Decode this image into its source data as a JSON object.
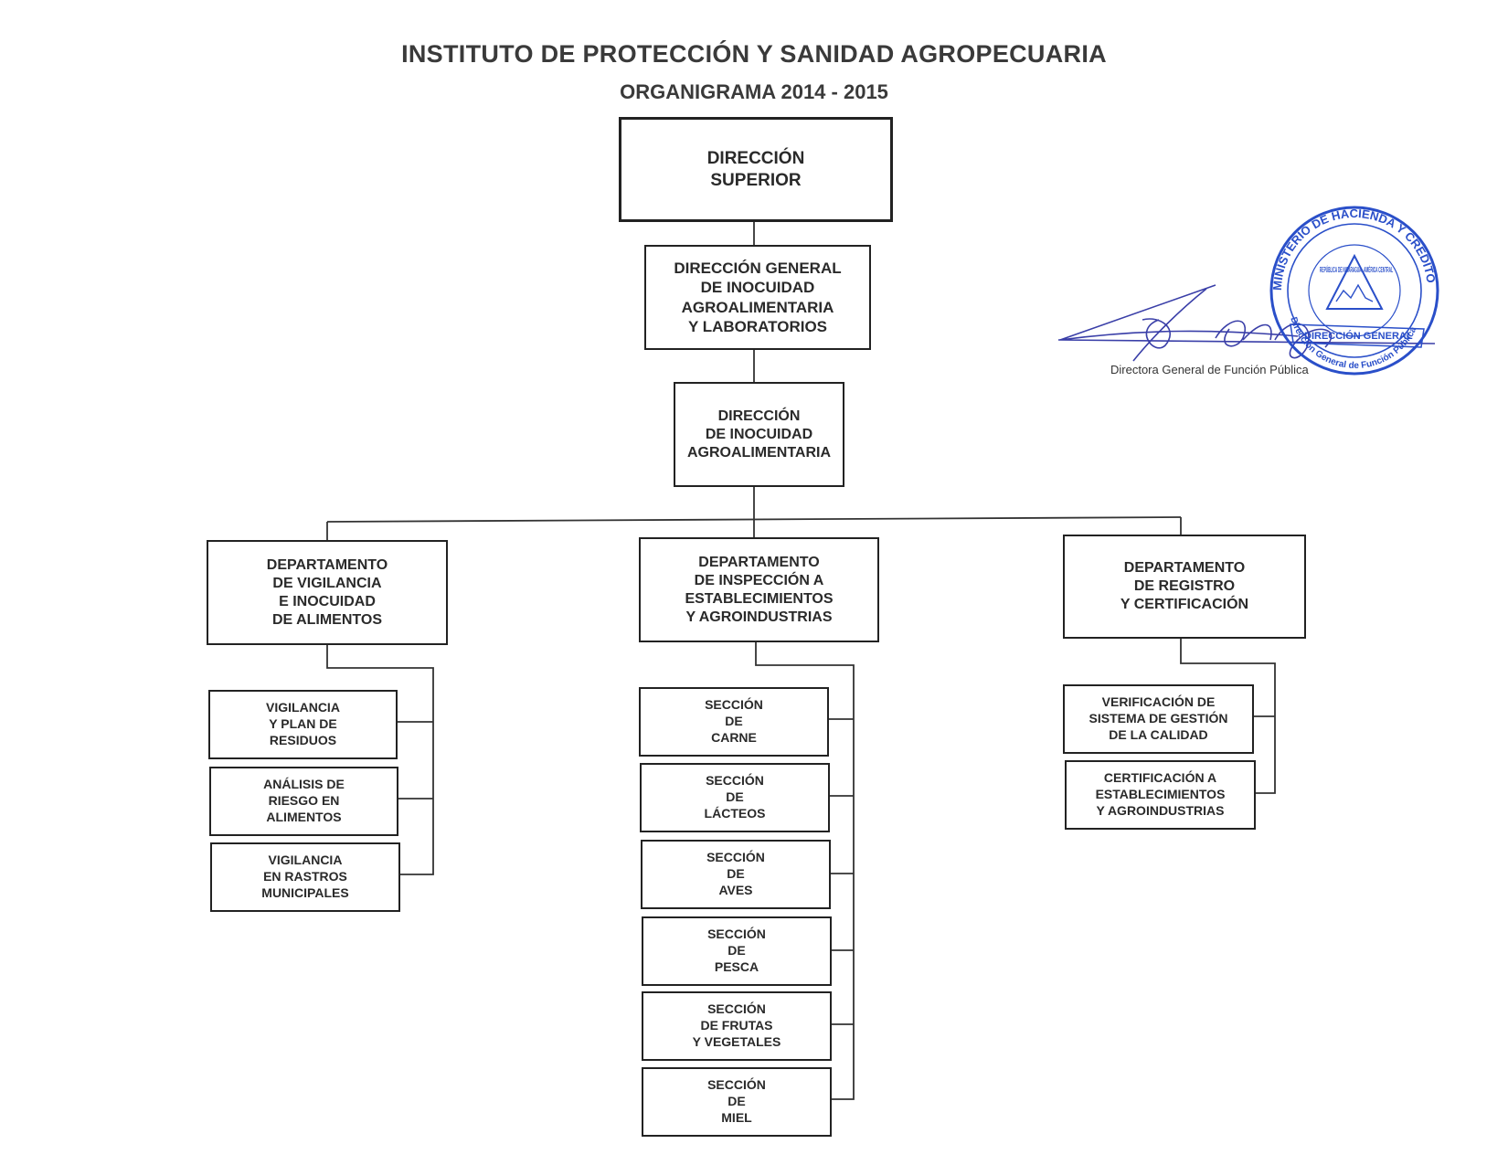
{
  "header": {
    "institution": "INSTITUTO DE PROTECCIÓN Y SANIDAD AGROPECUARIA",
    "subtitle": "ORGANIGRAMA 2014 - 2015"
  },
  "org": {
    "top": "DIRECCIÓN\nSUPERIOR",
    "general": "DIRECCIÓN GENERAL\nDE INOCUIDAD\nAGROALIMENTARIA\nY LABORATORIOS",
    "direction": "DIRECCIÓN\nDE INOCUIDAD\nAGROALIMENTARIA",
    "departments": [
      {
        "name": "DEPARTAMENTO\nDE VIGILANCIA\nE INOCUIDAD\nDE ALIMENTOS",
        "units": [
          "VIGILANCIA\nY PLAN DE\nRESIDUOS",
          "ANÁLISIS DE\nRIESGO EN\nALIMENTOS",
          "VIGILANCIA\nEN RASTROS\nMUNICIPALES"
        ]
      },
      {
        "name": "DEPARTAMENTO\nDE INSPECCIÓN A\nESTABLECIMIENTOS\nY AGROINDUSTRIAS",
        "units": [
          "SECCIÓN\nDE\nCARNE",
          "SECCIÓN\nDE\nLÁCTEOS",
          "SECCIÓN\nDE\nAVES",
          "SECCIÓN\nDE\nPESCA",
          "SECCIÓN\nDE FRUTAS\nY VEGETALES",
          "SECCIÓN\nDE\nMIEL"
        ]
      },
      {
        "name": "DEPARTAMENTO\nDE REGISTRO\nY CERTIFICACIÓN",
        "units": [
          "VERIFICACIÓN DE\nSISTEMA DE GESTIÓN\nDE LA CALIDAD",
          "CERTIFICACIÓN A\nESTABLECIMIENTOS\nY AGROINDUSTRIAS"
        ]
      }
    ]
  },
  "signature": {
    "caption": "Directora General de Función Pública",
    "stamp_outer": "MINISTERIO DE HACIENDA Y CRÉDITO PÚBLICO",
    "stamp_inner": "REPÚBLICA DE NICARAGUA - AMÉRICA CENTRAL",
    "stamp_band": "DIRECCIÓN GENERAL",
    "stamp_bottom": "Dirección General de Función Pública",
    "stamp_color": "#2a4fc9",
    "ink_color": "#3a3fa8"
  }
}
